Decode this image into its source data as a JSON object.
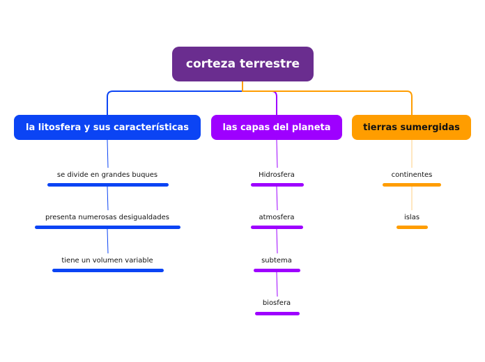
{
  "root": {
    "label": "corteza terrestre"
  },
  "branches": [
    {
      "label": "la litosfera y sus características",
      "color": "#0b44f4",
      "children": [
        "se divide en grandes buques",
        "presenta numerosas desigualdades",
        "tiene un volumen variable"
      ]
    },
    {
      "label": "las capas del planeta",
      "color": "#9e00ff",
      "children": [
        "Hidrosfera",
        "atmosfera",
        "subtema",
        "biosfera"
      ]
    },
    {
      "label": "tierras sumergidas",
      "color": "#ff9d00",
      "children": [
        "continentes",
        "islas"
      ]
    }
  ]
}
